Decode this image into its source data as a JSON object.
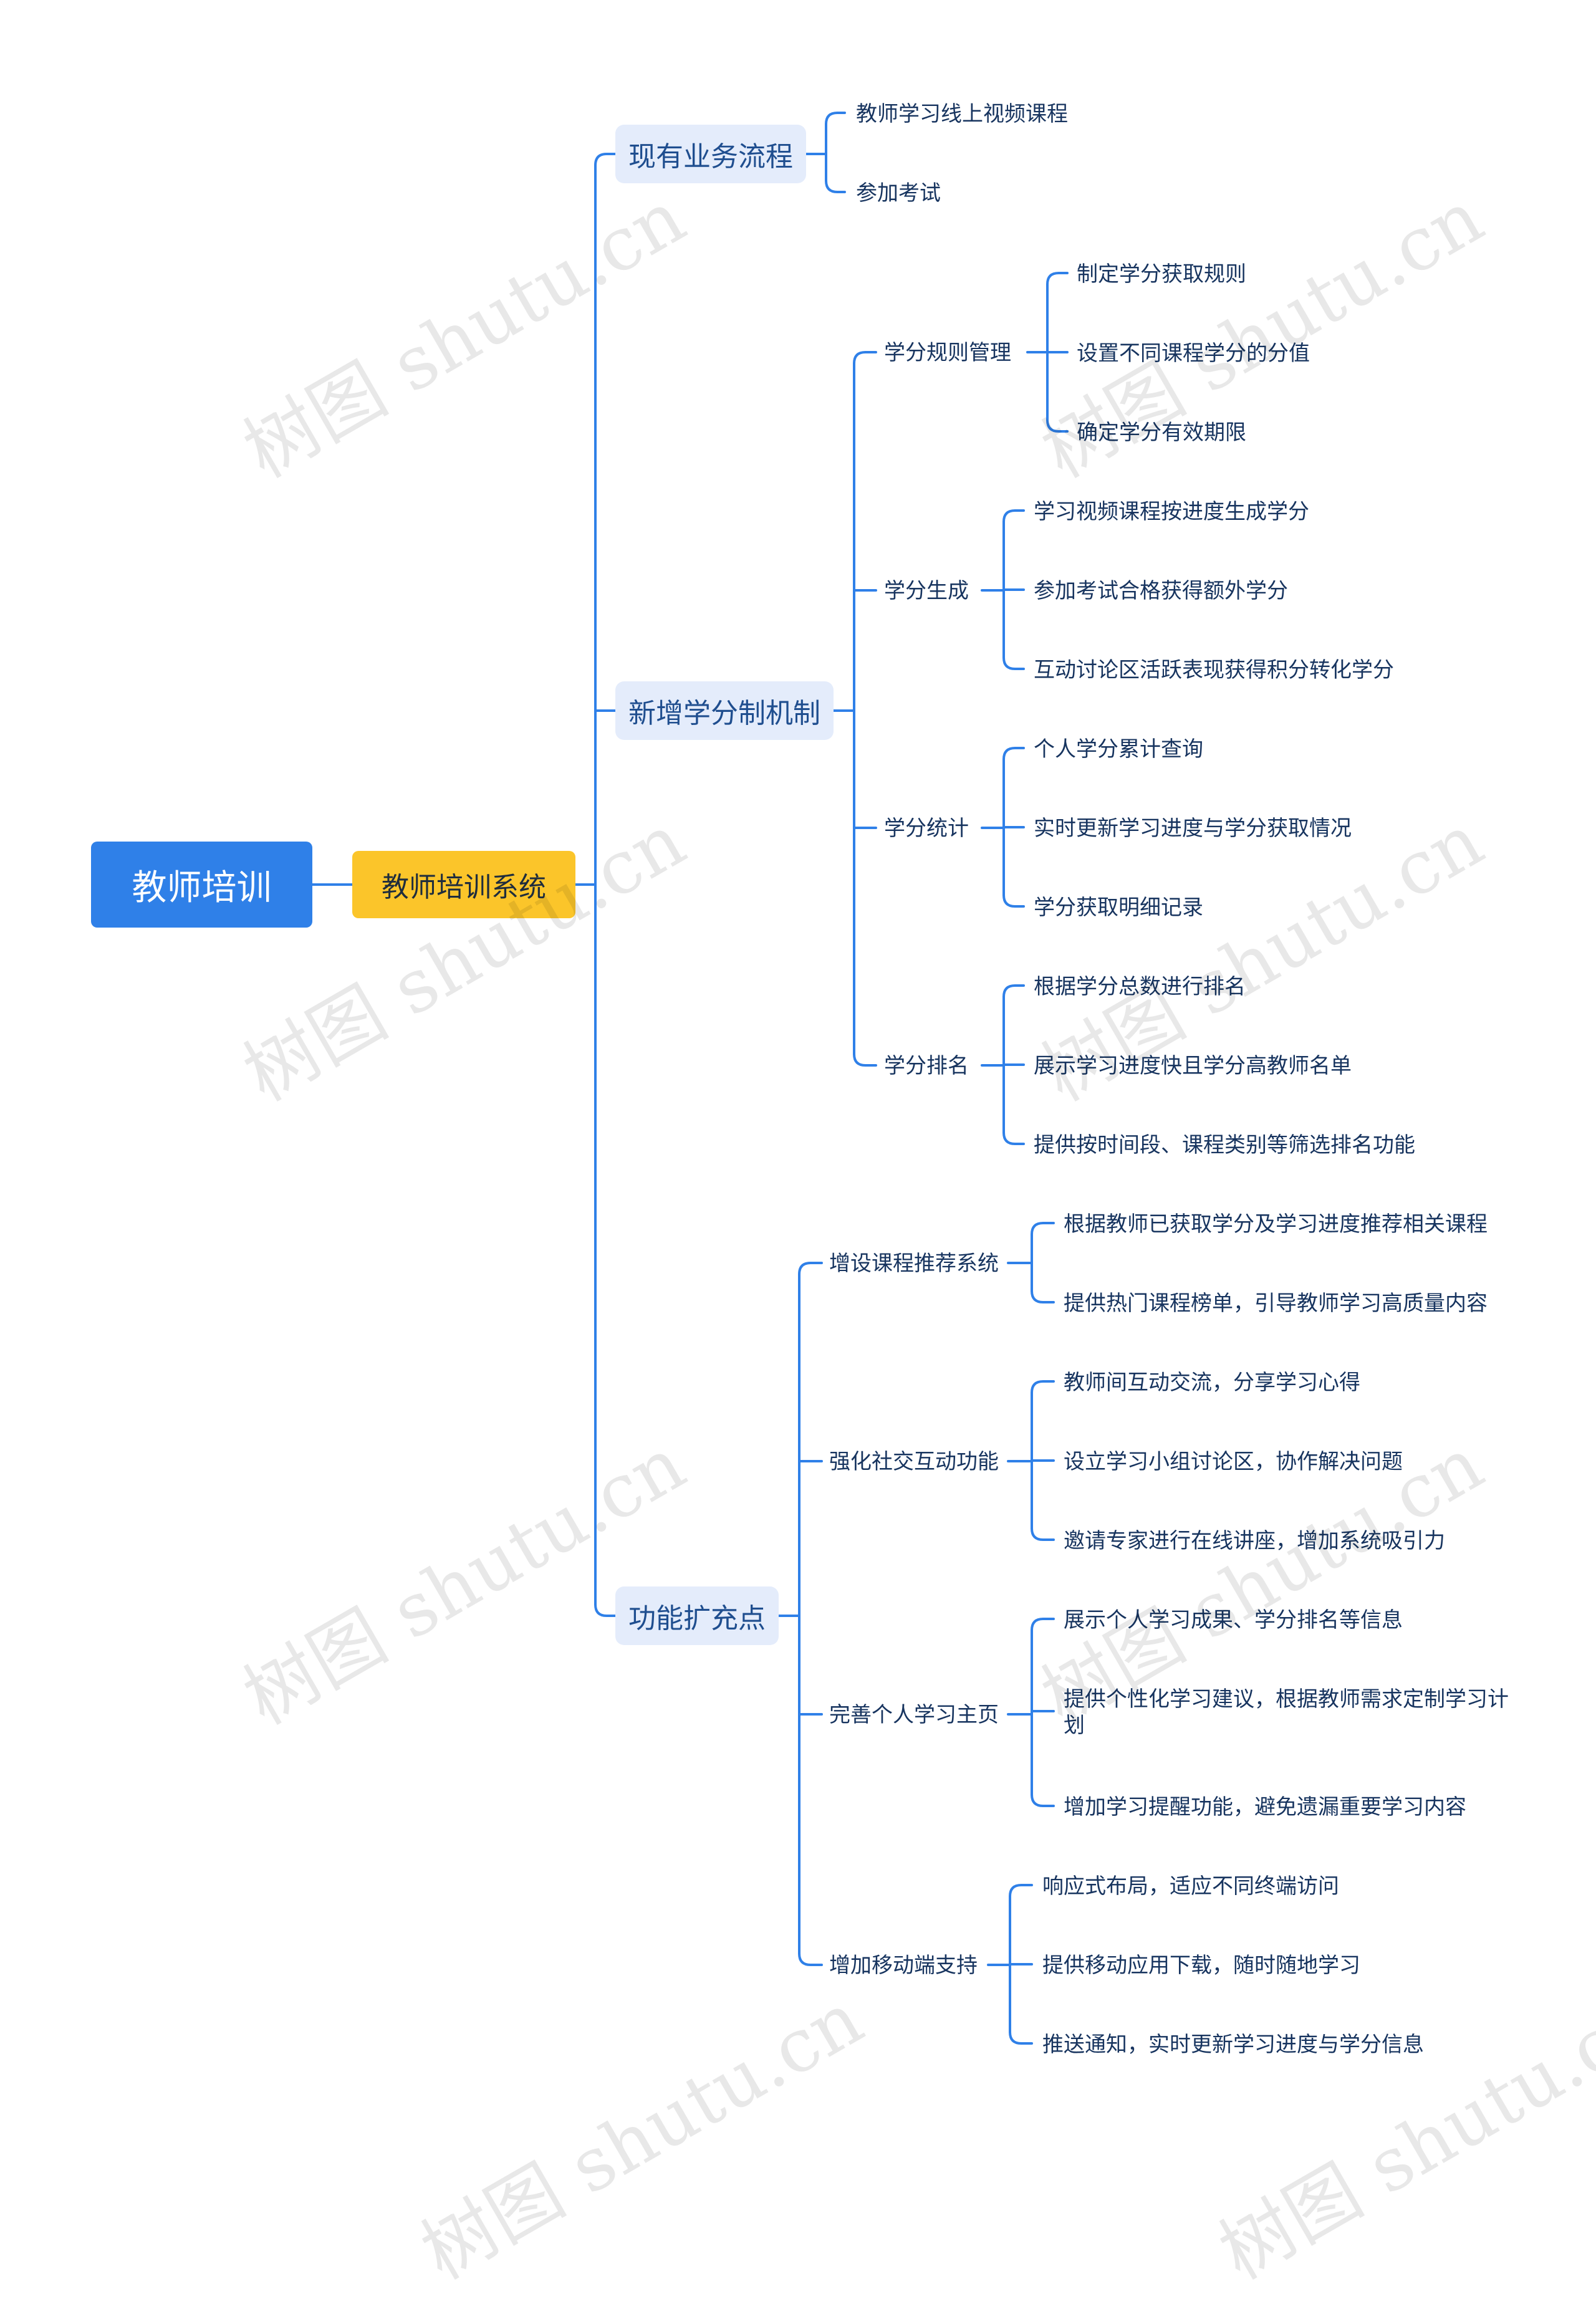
{
  "root": "教师培训",
  "system": "教师培训系统",
  "sections": {
    "existing": {
      "label": "现有业务流程",
      "items": [
        "教师学习线上视频课程",
        "参加考试"
      ]
    },
    "credit": {
      "label": "新增学分制机制",
      "groups": [
        {
          "label": "学分规则管理",
          "items": [
            "制定学分获取规则",
            "设置不同课程学分的分值",
            "确定学分有效期限"
          ]
        },
        {
          "label": "学分生成",
          "items": [
            "学习视频课程按进度生成学分",
            "参加考试合格获得额外学分",
            "互动讨论区活跃表现获得积分转化学分"
          ]
        },
        {
          "label": "学分统计",
          "items": [
            "个人学分累计查询",
            "实时更新学习进度与学分获取情况",
            "学分获取明细记录"
          ]
        },
        {
          "label": "学分排名",
          "items": [
            "根据学分总数进行排名",
            "展示学习进度快且学分高教师名单",
            "提供按时间段、课程类别等筛选排名功能"
          ]
        }
      ]
    },
    "expand": {
      "label": "功能扩充点",
      "groups": [
        {
          "label": "增设课程推荐系统",
          "items": [
            "根据教师已获取学分及学习进度推荐相关课程",
            "提供热门课程榜单，引导教师学习高质量内容"
          ]
        },
        {
          "label": "强化社交互动功能",
          "items": [
            "教师间互动交流，分享学习心得",
            "设立学习小组讨论区，协作解决问题",
            "邀请专家进行在线讲座，增加系统吸引力"
          ]
        },
        {
          "label": "完善个人学习主页",
          "items": [
            "展示个人学习成果、学分排名等信息",
            "提供个性化学习建议，根据教师需求定制学习计划",
            "增加学习提醒功能，避免遗漏重要学习内容"
          ]
        },
        {
          "label": "增加移动端支持",
          "items": [
            "响应式布局，适应不同终端访问",
            "提供移动应用下载，随时随地学习",
            "推送通知，实时更新学习进度与学分信息"
          ]
        }
      ]
    }
  },
  "watermark": "树图 shutu.cn",
  "colors": {
    "connector": "#2f80e8",
    "root": "#2f80e8",
    "system": "#fbc52a",
    "section": "#e4ecfb",
    "text": "#17345f"
  }
}
